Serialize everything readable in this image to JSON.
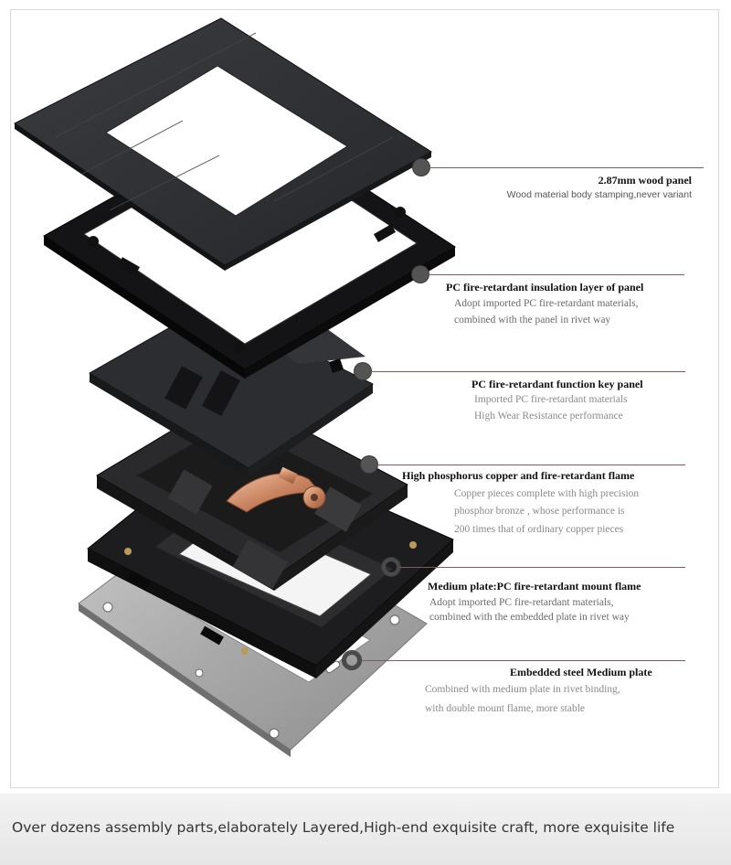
{
  "callouts": [
    {
      "title": "2.87mm wood panel",
      "lines": [
        "Wood  material body stamping,never variant"
      ]
    },
    {
      "title": "PC fire-retardant insulation layer of panel",
      "lines": [
        "Adopt imported PC fire-retardant materials,",
        "combined with the panel in rivet way"
      ]
    },
    {
      "title": "PC fire-retardant  function key panel",
      "lines": [
        "Imported PC fire-retardant materials",
        "High Wear Resistance performance"
      ]
    },
    {
      "title": "High phosphorus copper and fire-retardant flame",
      "lines": [
        "Copper pieces complete with high precision",
        "phosphor bronze , whose performance is",
        "200 times that of ordinary copper pieces"
      ]
    },
    {
      "title": "Medium plate:PC fire-retardant mount flame",
      "lines": [
        "Adopt imported PC fire-retardant materials,",
        "combined with the embedded plate in rivet way"
      ]
    },
    {
      "title": "Embedded steel Medium plate",
      "lines": [
        "Combined with medium plate in rivet binding,",
        "with  double mount flame, more stable"
      ]
    }
  ],
  "footer": {
    "text": "Over dozens assembly parts,elaborately Layered,High-end exquisite craft,  more exquisite life"
  }
}
